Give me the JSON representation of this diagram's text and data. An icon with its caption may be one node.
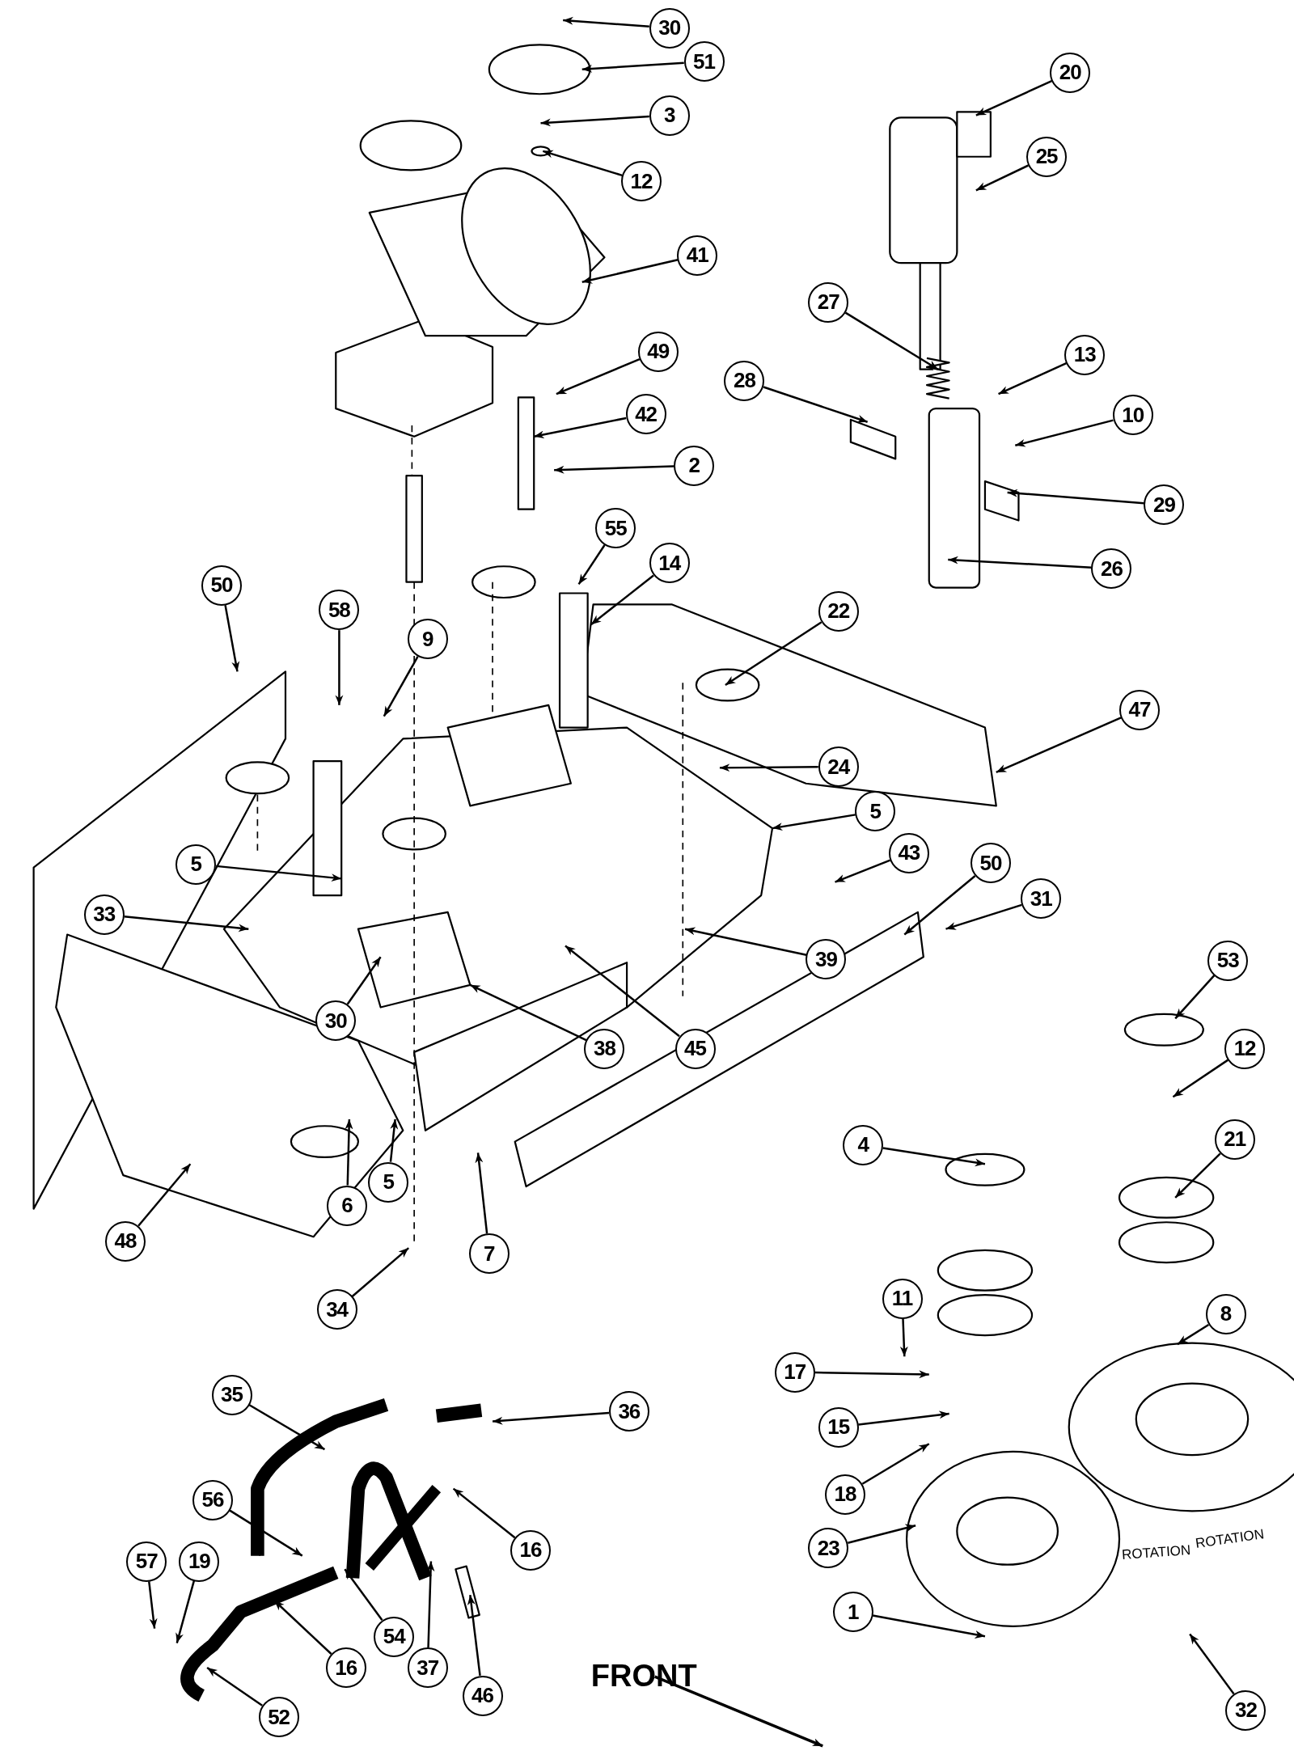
{
  "diagram": {
    "nodes": [
      {
        "text": [
          "30"
        ]
      },
      {
        "text": [
          "51"
        ]
      },
      {
        "text": [
          "20"
        ]
      },
      {
        "text": [
          "3"
        ]
      },
      {
        "text": [
          "25"
        ]
      },
      {
        "text": [
          "12"
        ]
      },
      {
        "text": [
          "41"
        ]
      },
      {
        "text": [
          "27"
        ]
      },
      {
        "text": [
          "49"
        ]
      },
      {
        "text": [
          "13"
        ]
      },
      {
        "text": [
          "28"
        ]
      },
      {
        "text": [
          "42"
        ]
      },
      {
        "text": [
          "10"
        ]
      },
      {
        "text": [
          "2"
        ]
      },
      {
        "text": [
          "29"
        ]
      },
      {
        "text": [
          "55"
        ]
      },
      {
        "text": [
          "14"
        ]
      },
      {
        "text": [
          "26"
        ]
      },
      {
        "text": [
          "50"
        ]
      },
      {
        "text": [
          "58"
        ]
      },
      {
        "text": [
          "22"
        ]
      },
      {
        "text": [
          "9"
        ]
      },
      {
        "text": [
          "47"
        ]
      },
      {
        "text": [
          "24"
        ]
      },
      {
        "text": [
          "5"
        ]
      },
      {
        "text": [
          "43"
        ]
      },
      {
        "text": [
          "50"
        ]
      },
      {
        "text": [
          "5"
        ]
      },
      {
        "text": [
          "31"
        ]
      },
      {
        "text": [
          "33"
        ]
      },
      {
        "text": [
          "39"
        ]
      },
      {
        "text": [
          "53"
        ]
      },
      {
        "text": [
          "30"
        ]
      },
      {
        "text": [
          "38"
        ]
      },
      {
        "text": [
          "45"
        ]
      },
      {
        "text": [
          "12"
        ]
      },
      {
        "text": [
          "21"
        ]
      },
      {
        "text": [
          "4"
        ]
      },
      {
        "text": [
          "5"
        ]
      },
      {
        "text": [
          "6"
        ]
      },
      {
        "text": [
          "48"
        ]
      },
      {
        "text": [
          "7"
        ]
      },
      {
        "text": [
          "34"
        ]
      },
      {
        "text": [
          "11"
        ]
      },
      {
        "text": [
          "8"
        ]
      },
      {
        "text": [
          "17"
        ]
      },
      {
        "text": [
          "35"
        ]
      },
      {
        "text": [
          "36"
        ]
      },
      {
        "text": [
          "15"
        ]
      },
      {
        "text": [
          "18"
        ]
      },
      {
        "text": [
          "56"
        ]
      },
      {
        "text": [
          "23"
        ]
      },
      {
        "text": [
          "16"
        ]
      },
      {
        "text": [
          "57"
        ]
      },
      {
        "text": [
          "19"
        ]
      },
      {
        "text": [
          "1"
        ]
      },
      {
        "text": [
          "54"
        ]
      },
      {
        "text": [
          "16"
        ]
      },
      {
        "text": [
          "37"
        ]
      },
      {
        "text": [
          "46"
        ]
      },
      {
        "text": [
          "32"
        ]
      },
      {
        "text": [
          "52"
        ]
      }
    ],
    "edges": [
      {
        "from": 0,
        "to": null,
        "arrow": "to"
      },
      {
        "from": 1,
        "to": null,
        "arrow": "to"
      },
      {
        "from": 2,
        "to": null,
        "arrow": "to"
      },
      {
        "from": 3,
        "to": null,
        "arrow": "to"
      },
      {
        "from": 4,
        "to": null,
        "arrow": "to"
      },
      {
        "from": 5,
        "to": null,
        "arrow": "to"
      },
      {
        "from": 6,
        "to": null,
        "arrow": "to"
      },
      {
        "from": 7,
        "to": null,
        "arrow": "to"
      },
      {
        "from": 8,
        "to": null,
        "arrow": "to"
      },
      {
        "from": 9,
        "to": null,
        "arrow": "to"
      },
      {
        "from": 10,
        "to": null,
        "arrow": "to"
      },
      {
        "from": 11,
        "to": null,
        "arrow": "to"
      },
      {
        "from": 12,
        "to": null,
        "arrow": "to"
      },
      {
        "from": 13,
        "to": null,
        "arrow": "to"
      },
      {
        "from": 14,
        "to": null,
        "arrow": "to"
      },
      {
        "from": 15,
        "to": null,
        "arrow": "to"
      },
      {
        "from": 16,
        "to": null,
        "arrow": "to"
      },
      {
        "from": 17,
        "to": null,
        "arrow": "to"
      },
      {
        "from": 18,
        "to": null,
        "arrow": "to"
      },
      {
        "from": 19,
        "to": null,
        "arrow": "to"
      },
      {
        "from": 20,
        "to": null,
        "arrow": "to"
      },
      {
        "from": 21,
        "to": null,
        "arrow": "to"
      },
      {
        "from": 22,
        "to": null,
        "arrow": "to"
      },
      {
        "from": 23,
        "to": null,
        "arrow": "to"
      },
      {
        "from": 24,
        "to": null,
        "arrow": "to"
      },
      {
        "from": 25,
        "to": null,
        "arrow": "to"
      },
      {
        "from": 26,
        "to": null,
        "arrow": "to"
      },
      {
        "from": 27,
        "to": null,
        "arrow": "to"
      },
      {
        "from": 28,
        "to": null,
        "arrow": "to"
      },
      {
        "from": 29,
        "to": null,
        "arrow": "to"
      },
      {
        "from": 30,
        "to": null,
        "arrow": "to"
      },
      {
        "from": 31,
        "to": null,
        "arrow": "to"
      },
      {
        "from": 32,
        "to": null,
        "arrow": "to"
      },
      {
        "from": 33,
        "to": null,
        "arrow": "to"
      },
      {
        "from": 34,
        "to": null,
        "arrow": "to"
      },
      {
        "from": 35,
        "to": null,
        "arrow": "to"
      },
      {
        "from": 36,
        "to": null,
        "arrow": "to"
      },
      {
        "from": 37,
        "to": null,
        "arrow": "to"
      },
      {
        "from": 38,
        "to": null,
        "arrow": "to"
      },
      {
        "from": 39,
        "to": null,
        "arrow": "to"
      },
      {
        "from": 40,
        "to": null,
        "arrow": "to"
      },
      {
        "from": 41,
        "to": null,
        "arrow": "to"
      },
      {
        "from": 42,
        "to": null,
        "arrow": "to"
      },
      {
        "from": 43,
        "to": null,
        "arrow": "to"
      },
      {
        "from": 44,
        "to": null,
        "arrow": "to"
      },
      {
        "from": 45,
        "to": null,
        "arrow": "to"
      },
      {
        "from": 46,
        "to": null,
        "arrow": "to"
      },
      {
        "from": 47,
        "to": null,
        "arrow": "to"
      },
      {
        "from": 48,
        "to": null,
        "arrow": "to"
      },
      {
        "from": 49,
        "to": null,
        "arrow": "to"
      },
      {
        "from": 50,
        "to": null,
        "arrow": "to"
      },
      {
        "from": 51,
        "to": null,
        "arrow": "to"
      },
      {
        "from": 52,
        "to": null,
        "arrow": "to"
      },
      {
        "from": 53,
        "to": null,
        "arrow": "to"
      },
      {
        "from": 54,
        "to": null,
        "arrow": "to"
      },
      {
        "from": 55,
        "to": null,
        "arrow": "to"
      },
      {
        "from": 56,
        "to": null,
        "arrow": "to"
      },
      {
        "from": 57,
        "to": null,
        "arrow": "to"
      },
      {
        "from": 58,
        "to": null,
        "arrow": "to"
      },
      {
        "from": 59,
        "to": null,
        "arrow": "to"
      },
      {
        "from": 60,
        "to": null,
        "arrow": "to"
      },
      {
        "from": 61,
        "to": null,
        "arrow": "to"
      }
    ],
    "labels": [
      "ROTATION",
      "ROTATION",
      "FRONT"
    ]
  }
}
